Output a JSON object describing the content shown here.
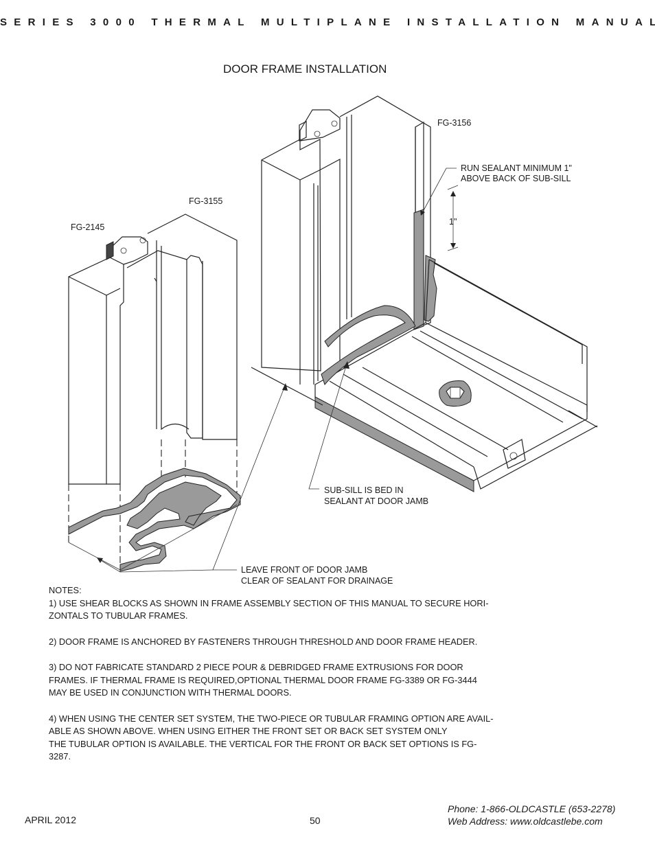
{
  "header": "SERIES 3000 THERMAL MULTIPLANE INSTALLATION MANUAL",
  "section_title": "DOOR FRAME INSTALLATION",
  "callouts": {
    "fg3156": "FG-3156",
    "sealant_run_line1": "RUN SEALANT MINIMUM 1\"",
    "sealant_run_line2": "ABOVE BACK OF SUB-SILL",
    "dimension": "1\"",
    "fg3155": "FG-3155",
    "fg2145": "FG-2145",
    "subsill_line1": "SUB-SILL IS BED IN",
    "subsill_line2": "SEALANT AT DOOR JAMB",
    "leave_front_line1": "LEAVE FRONT OF DOOR JAMB",
    "leave_front_line2": "CLEAR OF SEALANT FOR DRAINAGE"
  },
  "notes": {
    "heading": "NOTES:",
    "n1_line1": " 1) USE SHEAR BLOCKS AS SHOWN IN FRAME ASSEMBLY SECTION OF THIS MANUAL TO SECURE  HORI-",
    "n1_line2": "ZONTALS TO TUBULAR FRAMES.",
    "n2": " 2) DOOR FRAME IS ANCHORED BY FASTENERS THROUGH THRESHOLD AND DOOR FRAME HEADER.",
    "n3_line1": " 3) DO NOT FABRICATE STANDARD 2 PIECE POUR & DEBRIDGED FRAME EXTRUSIONS FOR DOOR",
    "n3_line2": "FRAMES. IF THERMAL FRAME IS REQUIRED,OPTIONAL THERMAL DOOR FRAME FG-3389 OR FG-3444",
    "n3_line3": "MAY BE USED IN CONJUNCTION WITH THERMAL DOORS.",
    "n4_line1": " 4) WHEN USING THE CENTER SET SYSTEM, THE TWO-PIECE OR TUBULAR FRAMING OPTION ARE AVAIL-",
    "n4_line2": "ABLE AS SHOWN ABOVE. WHEN USING EITHER THE FRONT SET OR BACK SET SYSTEM ONLY",
    "n4_line3": "THE TUBULAR OPTION IS AVAILABLE. THE VERTICAL FOR THE FRONT OR BACK SET OPTIONS IS FG-",
    "n4_line4": "3287."
  },
  "footer": {
    "date": "APRIL 2012",
    "page": "50",
    "phone": "Phone: 1-866-OLDCASTLE (653-2278)",
    "web": "Web Address: www.oldcastlebe.com"
  }
}
